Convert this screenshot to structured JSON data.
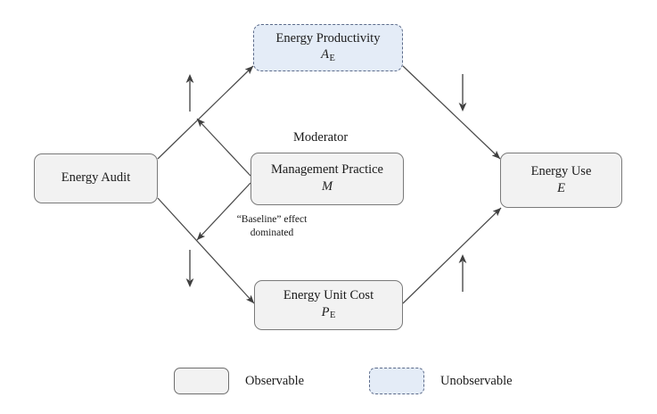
{
  "diagram": {
    "nodes": {
      "energy_audit": {
        "title": "Energy Audit",
        "symbol": ""
      },
      "energy_productivity": {
        "title": "Energy Productivity",
        "symbol": "A",
        "subscript": "E"
      },
      "management_practice": {
        "title": "Management Practice",
        "symbol": "M",
        "subscript": ""
      },
      "energy_unit_cost": {
        "title": "Energy Unit Cost",
        "symbol": "P",
        "subscript": "E"
      },
      "energy_use": {
        "title": "Energy Use",
        "symbol": "E",
        "subscript": ""
      }
    },
    "labels": {
      "moderator": "Moderator",
      "baseline_note_line1": "“Baseline” effect",
      "baseline_note_line2": "dominated"
    },
    "effect_markers": {
      "audit_to_productivity": "↑",
      "productivity_to_use": "↓",
      "audit_to_cost": "↓",
      "cost_to_use": "↑"
    },
    "legend": {
      "observable_label": "Observable",
      "unobservable_label": "Unobservable"
    },
    "colors": {
      "observable_fill": "#f2f2f2",
      "observable_border": "#7a7a7a",
      "unobservable_fill": "#e4ecf7",
      "unobservable_border": "#5c6b8a",
      "edge": "#4a4a4a",
      "text": "#1a1a1a"
    }
  }
}
